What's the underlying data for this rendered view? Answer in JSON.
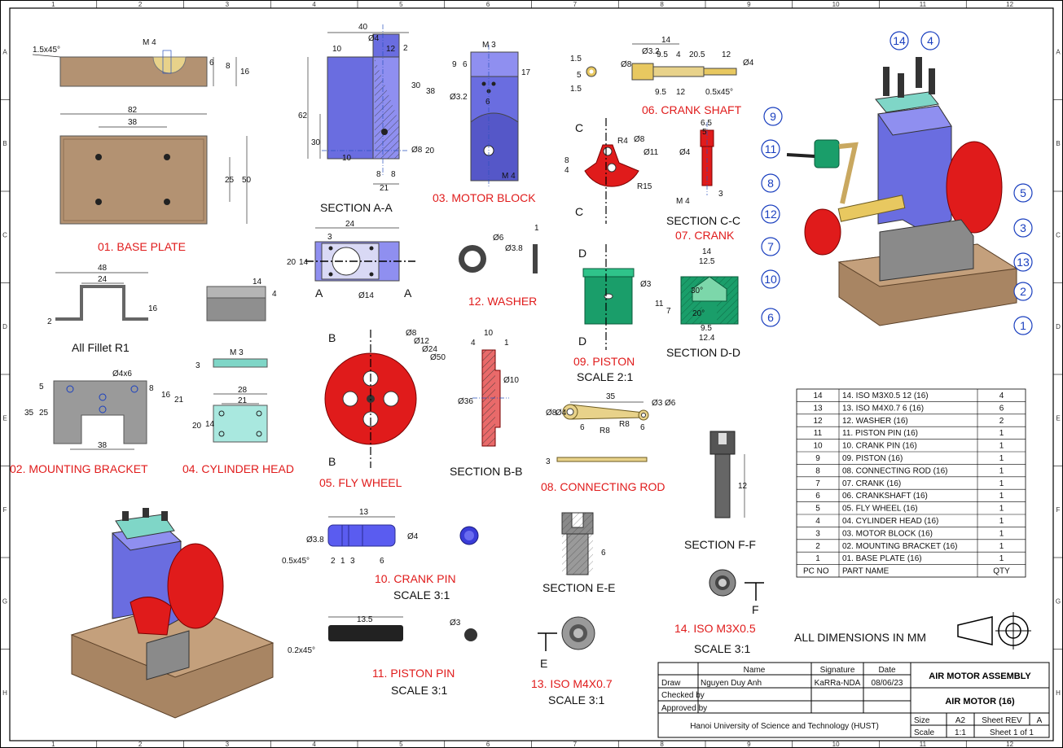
{
  "sheet": {
    "zones_top": [
      "1",
      "2",
      "3",
      "4",
      "5",
      "6",
      "7",
      "8",
      "9",
      "10",
      "11",
      "12"
    ],
    "zones_side": [
      "A",
      "B",
      "C",
      "D",
      "E",
      "F",
      "G",
      "H"
    ]
  },
  "parts": {
    "base_plate": {
      "label": "01. BASE PLATE",
      "dims": [
        "1.5x45°",
        "M 4",
        "6",
        "8",
        "16",
        "82",
        "38",
        "25",
        "50"
      ]
    },
    "mounting_bracket": {
      "label": "02. MOUNTING BRACKET",
      "note": "All Fillet R1",
      "dims": [
        "48",
        "24",
        "16",
        "2",
        "Ø4x6",
        "5",
        "25",
        "35",
        "8",
        "16",
        "21",
        "38"
      ]
    },
    "cylinder_head": {
      "label": "04. CYLINDER HEAD",
      "dims": [
        "14",
        "4",
        "M 3",
        "3",
        "28",
        "21",
        "20",
        "14"
      ]
    },
    "section_aa": {
      "label": "SECTION A-A",
      "dims": [
        "40",
        "Ø4",
        "10",
        "12",
        "2",
        "30",
        "38",
        "62",
        "30",
        "Ø8",
        "20",
        "10",
        "8",
        "8",
        "21"
      ]
    },
    "view_a": {
      "marks": [
        "A",
        "A"
      ],
      "dims": [
        "24",
        "3",
        "20",
        "14",
        "Ø14"
      ]
    },
    "motor_block": {
      "label": "03. MOTOR BLOCK",
      "dims": [
        "M 3",
        "9",
        "6",
        "17",
        "Ø3.2",
        "6",
        "M 4"
      ]
    },
    "washer": {
      "label": "12. WASHER",
      "dims": [
        "Ø6",
        "Ø3.8",
        "1"
      ]
    },
    "fly_wheel": {
      "label": "05. FLY WHEEL",
      "marks": [
        "B",
        "B"
      ],
      "dims": [
        "Ø8",
        "Ø12",
        "Ø24",
        "Ø50"
      ]
    },
    "section_bb": {
      "label": "SECTION B-B",
      "dims": [
        "4",
        "10",
        "1",
        "Ø10",
        "Ø36"
      ]
    },
    "crank_shaft": {
      "label": "06. CRANK SHAFT",
      "dims": [
        "1.5",
        "1.5",
        "5",
        "Ø8",
        "Ø3.2",
        "14",
        "9.5",
        "4",
        "20.5",
        "12",
        "Ø4",
        "9.5",
        "12",
        "0.5x45°"
      ]
    },
    "crank": {
      "marks": [
        "C",
        "C"
      ],
      "dims": [
        "4",
        "8",
        "R4",
        "Ø8",
        "Ø11",
        "R15"
      ]
    },
    "section_cc": {
      "label": "SECTION C-C",
      "sub": "07. CRANK",
      "dims": [
        "6.5",
        "5",
        "Ø4",
        "M 4",
        "3"
      ]
    },
    "piston": {
      "label": "09. PISTON",
      "scale": "SCALE 2:1",
      "marks": [
        "D",
        "D"
      ],
      "dims": [
        "Ø3"
      ]
    },
    "section_dd": {
      "label": "SECTION D-D",
      "dims": [
        "14",
        "12.5",
        "11",
        "7",
        "30°",
        "20°",
        "9.5",
        "12.4"
      ]
    },
    "connecting_rod": {
      "label": "08. CONNECTING ROD",
      "dims": [
        "35",
        "Ø8",
        "Ø4",
        "6",
        "R8",
        "R8",
        "6",
        "Ø3",
        "Ø6",
        "3"
      ]
    },
    "crank_pin": {
      "label": "10. CRANK PIN",
      "scale": "SCALE 3:1",
      "dims": [
        "13",
        "Ø3.8",
        "Ø4",
        "0.5x45°",
        "2",
        "1",
        "3",
        "6"
      ]
    },
    "piston_pin": {
      "label": "11. PISTON PIN",
      "scale": "SCALE 3:1",
      "dims": [
        "13.5",
        "0.2x45°",
        "Ø3"
      ]
    },
    "section_ee": {
      "label": "SECTION E-E",
      "dims": [
        "6"
      ]
    },
    "iso_m4": {
      "label": "13. ISO M4X0.7",
      "scale": "SCALE 3:1",
      "marks": [
        "E"
      ]
    },
    "section_ff": {
      "label": "SECTION F-F",
      "dims": [
        "12"
      ]
    },
    "iso_m3": {
      "label": "14. ISO M3X0.5",
      "scale": "SCALE 3:1",
      "marks": [
        "F"
      ]
    }
  },
  "balloons": [
    "14",
    "4",
    "9",
    "11",
    "8",
    "12",
    "7",
    "10",
    "6",
    "5",
    "3",
    "13",
    "2",
    "1"
  ],
  "bom": {
    "header": {
      "pc": "PC NO",
      "name": "PART NAME",
      "qty": "QTY"
    },
    "rows": [
      {
        "pc": "14",
        "name": "14. ISO M3X0.5 12 (16)",
        "qty": "4"
      },
      {
        "pc": "13",
        "name": "13. ISO M4X0.7 6 (16)",
        "qty": "6"
      },
      {
        "pc": "12",
        "name": "12. WASHER (16)",
        "qty": "2"
      },
      {
        "pc": "11",
        "name": "11. PISTON PIN (16)",
        "qty": "1"
      },
      {
        "pc": "10",
        "name": "10. CRANK PIN (16)",
        "qty": "1"
      },
      {
        "pc": "9",
        "name": "09. PISTON (16)",
        "qty": "1"
      },
      {
        "pc": "8",
        "name": "08. CONNECTING ROD (16)",
        "qty": "1"
      },
      {
        "pc": "7",
        "name": "07. CRANK (16)",
        "qty": "1"
      },
      {
        "pc": "6",
        "name": "06. CRANKSHAFT (16)",
        "qty": "1"
      },
      {
        "pc": "5",
        "name": "05. FLY WHEEL (16)",
        "qty": "1"
      },
      {
        "pc": "4",
        "name": "04. CYLINDER HEAD (16)",
        "qty": "1"
      },
      {
        "pc": "3",
        "name": "03. MOTOR BLOCK (16)",
        "qty": "1"
      },
      {
        "pc": "2",
        "name": "02. MOUNTING BRACKET (16)",
        "qty": "1"
      },
      {
        "pc": "1",
        "name": "01. BASE PLATE (16)",
        "qty": "1"
      }
    ]
  },
  "notes": {
    "dimensions": "ALL DIMENSIONS IN MM"
  },
  "title_block": {
    "col_name": "Name",
    "col_signature": "Signature",
    "col_date": "Date",
    "draw": "Draw",
    "draw_name": "Nguyen Duy Anh",
    "draw_sig": "KaRRa-NDA",
    "draw_date": "08/06/23",
    "checked": "Checked by",
    "approved": "Approved by",
    "org": "Hanoi University of Science and Technology (HUST)",
    "title": "AIR MOTOR ASSEMBLY",
    "subtitle": "AIR MOTOR (16)",
    "size_l": "Size",
    "size_v": "A2",
    "rev_l": "Sheet REV",
    "rev_v": "A",
    "scale_l": "Scale",
    "scale_v": "1:1",
    "sheet": "Sheet 1 of 1"
  },
  "colors": {
    "part_red": "#e01b1b",
    "balloon_blue": "#1a3fbf",
    "block_purple": "#6a6de0",
    "base_brown": "#b09070",
    "head_teal": "#7fd6c7",
    "piston_green": "#1a9e6a"
  }
}
